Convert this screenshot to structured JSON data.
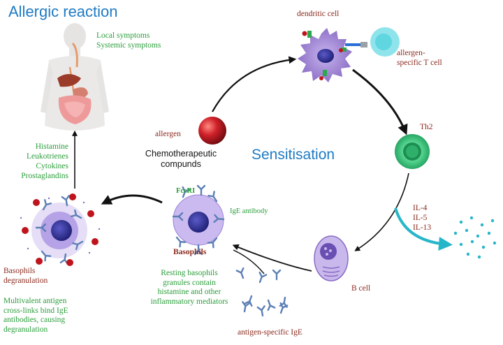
{
  "title": "Allergic reaction",
  "center_label": "Sensitisation",
  "symptoms": [
    "Local symptoms",
    "Systemic symptoms"
  ],
  "mediators": [
    "Histamine",
    "Leukotrienes",
    "Cytokines",
    "Prostaglandins"
  ],
  "nodes": {
    "dendritic_cell": "dendritic cell",
    "t_cell": "allergen-\nspecific T cell",
    "th2": "Th2",
    "b_cell": "B cell",
    "allergen": "allergen",
    "chemo": "Chemotherapeutic\ncompunds",
    "antigen_ige": "antigen-specific IgE",
    "receptor": "FcεRI",
    "ige_antibody": "IgE antibody",
    "basophils": "Basophils",
    "basophils_degranulation": "Basophils\ndegranulation"
  },
  "interleukins": [
    "IL-4",
    "IL-5",
    "IL-13"
  ],
  "notes": {
    "resting": "Resting basophils\ngranules contain\nhistamine and other\ninflammatory mediators",
    "multivalent": "Multivalent antigen\ncross-links bind IgE\nantibodies, causing\ndegranulation"
  },
  "colors": {
    "title_blue": "#1f7bc4",
    "label_brown": "#8b2a1e",
    "label_green": "#2a9d3a",
    "cell_purple": "#8a6cc4",
    "th2_green": "#3cc47c",
    "tcell_cyan": "#5fd6e0",
    "allergen_red": "#c0141c",
    "ige_blue": "#5b7fb5",
    "cytokine_arrow": "#27b6c9"
  }
}
